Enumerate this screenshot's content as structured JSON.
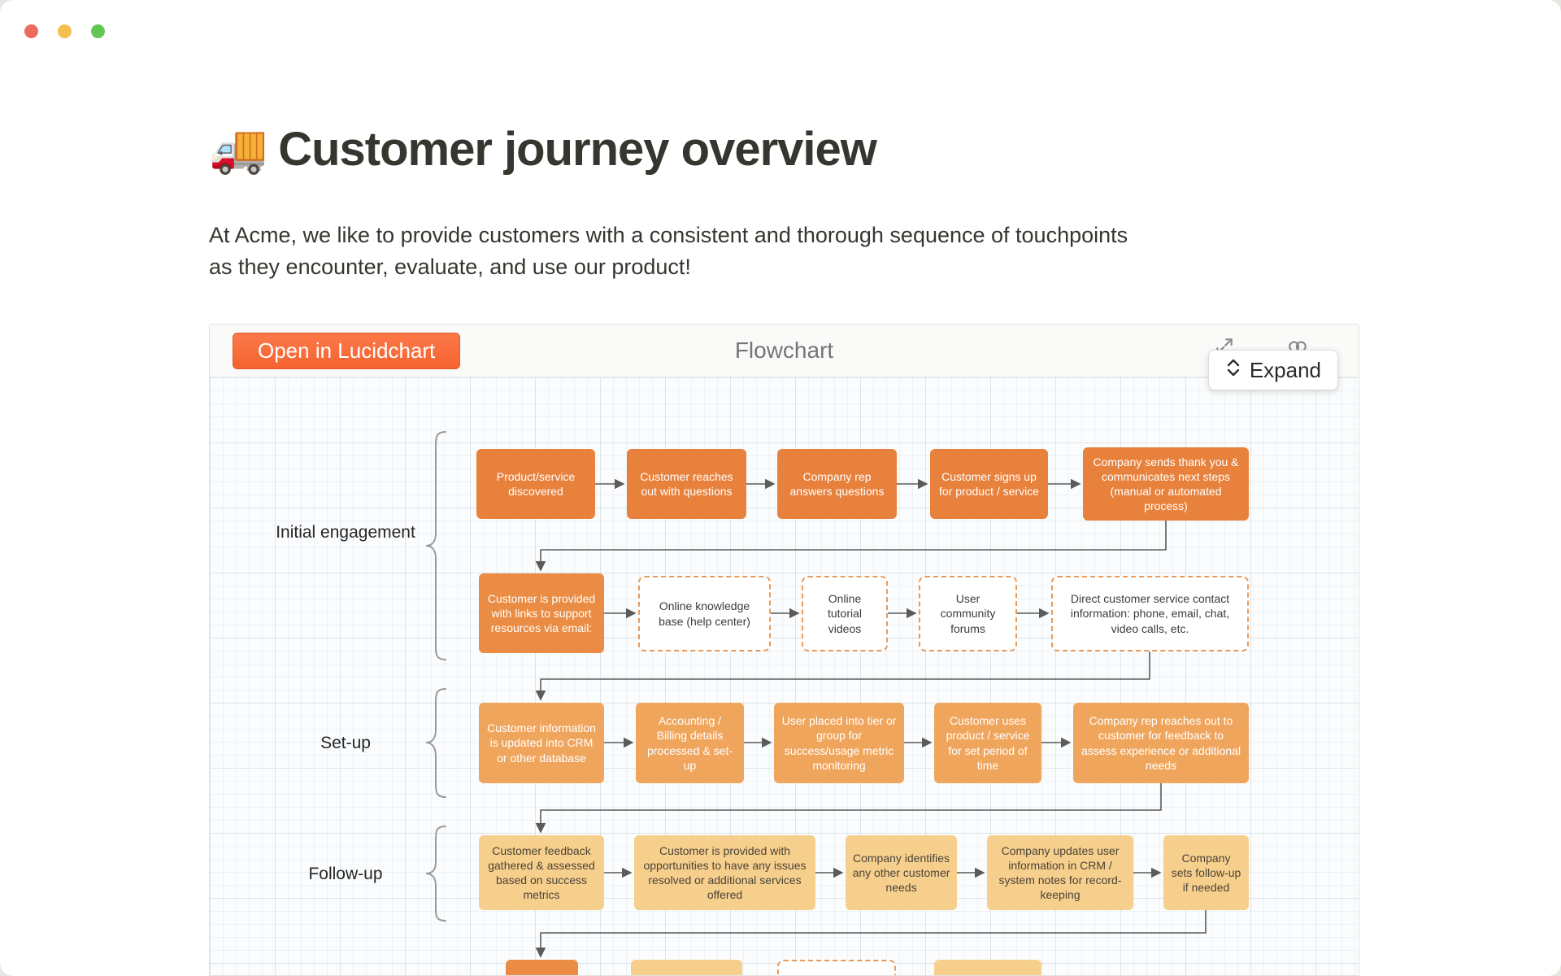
{
  "window": {
    "controls": [
      "close",
      "minimize",
      "zoom"
    ]
  },
  "doc": {
    "title_emoji": "🚚",
    "title": "Customer journey overview",
    "intro_lines": [
      "At Acme, we like to provide customers with a consistent and thorough sequence of touchpoints",
      "as they encounter, evaluate, and use our product!"
    ]
  },
  "embed": {
    "open_button_label": "Open in Lucidchart",
    "title": "Flowchart",
    "expand_label": "Expand",
    "icons": {
      "fullscreen": "fullscreen-icon",
      "sync": "sync-icon",
      "expand": "chevrons-up-down-icon"
    },
    "colors": {
      "primary_orange": "#E8813C",
      "mid_orange": "#F0A55C",
      "light_orange": "#F7CF8D",
      "dashed_border": "#E89A5A",
      "open_button_orange": "#F96A3C"
    }
  },
  "flowchart": {
    "sections": [
      "Initial engagement",
      "Set-up",
      "Follow-up"
    ],
    "rows": [
      [
        "Product/service discovered",
        "Customer reaches out with questions",
        "Company rep answers questions",
        "Customer signs up for product / service",
        "Company sends thank you & communicates next steps (manual or automated process)"
      ],
      [
        "Customer is provided with links to support resources via email:",
        "Online knowledge base (help center)",
        "Online tutorial videos",
        "User community forums",
        "Direct customer service contact information: phone, email, chat, video calls, etc."
      ],
      [
        "Customer information is updated into CRM or other database",
        "Accounting / Billing details processed & set-up",
        "User placed into tier or group for success/usage metric monitoring",
        "Customer uses product / service for set period of time",
        "Company rep reaches out to customer for feedback to assess experience or additional needs"
      ],
      [
        "Customer feedback gathered & assessed based on success metrics",
        "Customer is provided with opportunities to have any issues resolved or additional services offered",
        "Company identifies any other customer needs",
        "Company updates user information in CRM / system notes for record-keeping",
        "Company sets follow-up if needed"
      ]
    ]
  }
}
